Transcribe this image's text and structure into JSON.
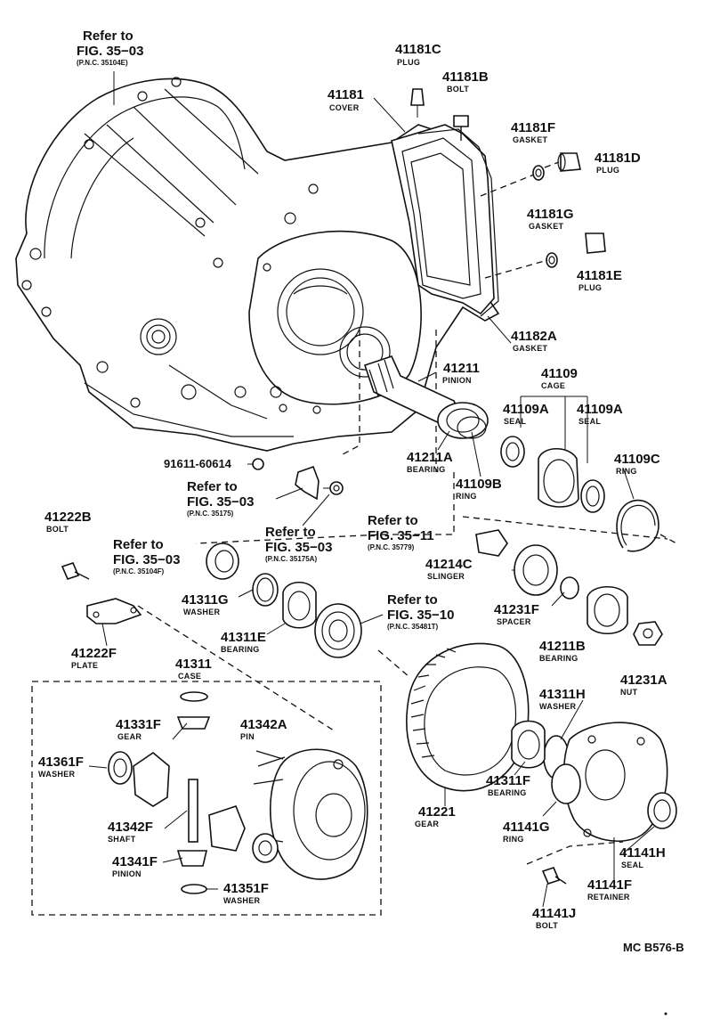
{
  "diagram_code": "MC B576-B",
  "parts": {
    "p41181C": {
      "number": "41181C",
      "name": "PLUG"
    },
    "p41181B": {
      "number": "41181B",
      "name": "BOLT"
    },
    "p41181": {
      "number": "41181",
      "name": "COVER"
    },
    "p41181F": {
      "number": "41181F",
      "name": "GASKET"
    },
    "p41181D": {
      "number": "41181D",
      "name": "PLUG"
    },
    "p41181G": {
      "number": "41181G",
      "name": "GASKET"
    },
    "p41181E": {
      "number": "41181E",
      "name": "PLUG"
    },
    "p41182A": {
      "number": "41182A",
      "name": "GASKET"
    },
    "p41211": {
      "number": "41211",
      "name": "PINION"
    },
    "p41109": {
      "number": "41109",
      "name": "CAGE"
    },
    "p41109A_l": {
      "number": "41109A",
      "name": "SEAL"
    },
    "p41109A_r": {
      "number": "41109A",
      "name": "SEAL"
    },
    "p41211A": {
      "number": "41211A",
      "name": "BEARING"
    },
    "p41109B": {
      "number": "41109B",
      "name": "RING"
    },
    "p41109C": {
      "number": "41109C",
      "name": "RING"
    },
    "p91611": {
      "number": "91611-60614"
    },
    "p41222B": {
      "number": "41222B",
      "name": "BOLT"
    },
    "p41214C": {
      "number": "41214C",
      "name": "SLINGER"
    },
    "p41311G": {
      "number": "41311G",
      "name": "WASHER"
    },
    "p41231F": {
      "number": "41231F",
      "name": "SPACER"
    },
    "p41311E": {
      "number": "41311E",
      "name": "BEARING"
    },
    "p41211B": {
      "number": "41211B",
      "name": "BEARING"
    },
    "p41222F": {
      "number": "41222F",
      "name": "PLATE"
    },
    "p41231A": {
      "number": "41231A",
      "name": "NUT"
    },
    "p41311": {
      "number": "41311",
      "name": "CASE"
    },
    "p41311H": {
      "number": "41311H",
      "name": "WASHER"
    },
    "p41331F": {
      "number": "41331F",
      "name": "GEAR"
    },
    "p41342A": {
      "number": "41342A",
      "name": "PIN"
    },
    "p41361F": {
      "number": "41361F",
      "name": "WASHER"
    },
    "p41311F": {
      "number": "41311F",
      "name": "BEARING"
    },
    "p41221": {
      "number": "41221",
      "name": "GEAR"
    },
    "p41342F": {
      "number": "41342F",
      "name": "SHAFT"
    },
    "p41141G": {
      "number": "41141G",
      "name": "RING"
    },
    "p41141H": {
      "number": "41141H",
      "name": "SEAL"
    },
    "p41341F": {
      "number": "41341F",
      "name": "PINION"
    },
    "p41351F": {
      "number": "41351F",
      "name": "WASHER"
    },
    "p41141F": {
      "number": "41141F",
      "name": "RETAINER"
    },
    "p41141J": {
      "number": "41141J",
      "name": "BOLT"
    }
  },
  "refs": {
    "r1": {
      "refer": "Refer to",
      "fig": "FIG. 35−03",
      "pnc": "(P.N.C. 35104E)"
    },
    "r2": {
      "refer": "Refer to",
      "fig": "FIG. 35−03",
      "pnc": "(P.N.C. 35175)"
    },
    "r3": {
      "refer": "Refer to",
      "fig": "FIG. 35−03",
      "pnc": "(P.N.C. 35175A)"
    },
    "r4": {
      "refer": "Refer to",
      "fig": "FIG. 35−11",
      "pnc": "(P.N.C. 35779)"
    },
    "r5": {
      "refer": "Refer to",
      "fig": "FIG. 35−03",
      "pnc": "(P.N.C. 35104F)"
    },
    "r6": {
      "refer": "Refer to",
      "fig": "FIG. 35−10",
      "pnc": "(P.N.C. 35481T)"
    }
  }
}
